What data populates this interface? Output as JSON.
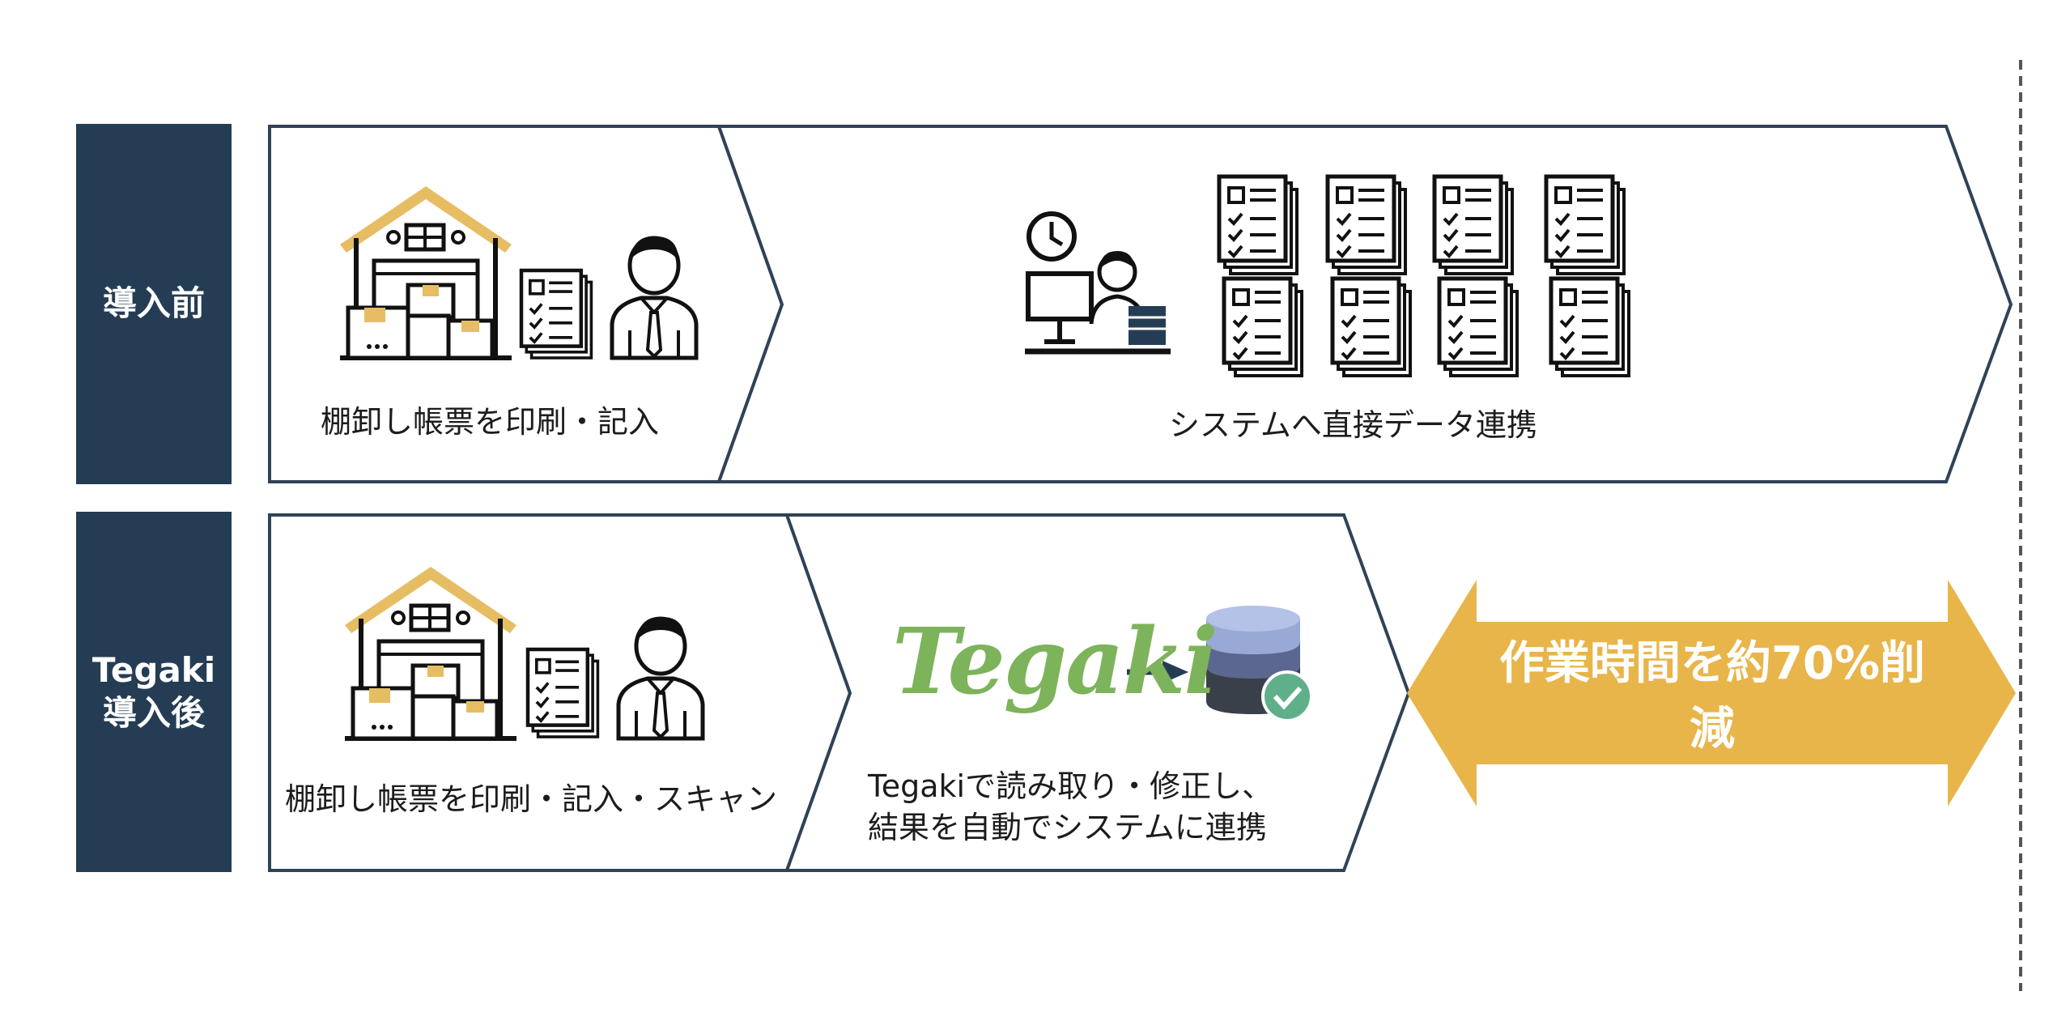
{
  "rows": {
    "before": {
      "label": "導入前",
      "step1_caption": "棚卸し帳票を印刷・記入",
      "step2_caption": "システムへ直接データ連携"
    },
    "after": {
      "label": "Tegaki\n導入後",
      "step1_caption": "棚卸し帳票を印刷・記入・スキャン",
      "step2_caption": "Tegakiで読み取り・修正し、\n結果を自動でシステムに連携",
      "logo_text": "Tegaki"
    }
  },
  "savings": {
    "text": "作業時間を約70%削減",
    "color": "#e8b54a"
  },
  "colors": {
    "label_bg": "#253d54",
    "outline": "#2e4356",
    "roof": "#e6bd63",
    "logo": "#7db35a",
    "db_top": "#98a9d6",
    "db_mid": "#5c6790",
    "db_bottom": "#3a4049",
    "check": "#5fb08a"
  },
  "icons": [
    "warehouse-icon",
    "document-stack-icon",
    "businessman-icon",
    "clock-icon",
    "worker-at-computer-icon",
    "arrow-right-icon",
    "database-check-icon"
  ]
}
